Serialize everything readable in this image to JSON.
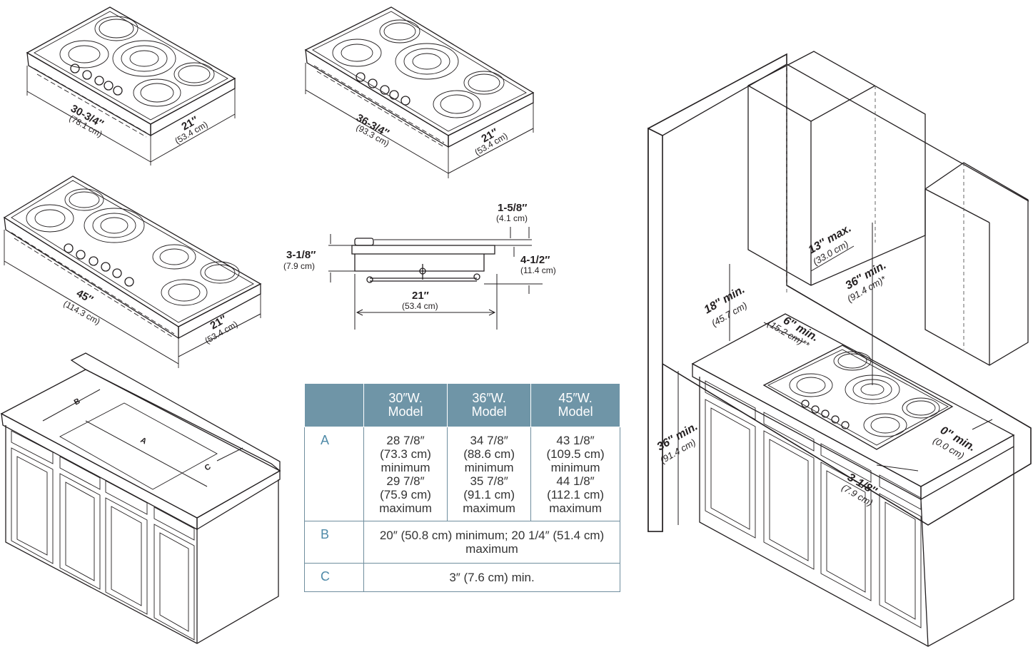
{
  "cooktops": {
    "c30": {
      "width": "30-3/4″",
      "width_cm": "(78.1 cm)",
      "depth": "21″",
      "depth_cm": "(53.4 cm)"
    },
    "c36": {
      "width": "36-3/4″",
      "width_cm": "(93.3 cm)",
      "depth": "21″",
      "depth_cm": "(53.4 cm)"
    },
    "c45": {
      "width": "45″",
      "width_cm": "(114.3 cm)",
      "depth": "21″",
      "depth_cm": "(53.4 cm)"
    }
  },
  "side_view": {
    "top": "1-5/8″",
    "top_cm": "(4.1 cm)",
    "left": "3-1/8″",
    "left_cm": "(7.9 cm)",
    "right": "4-1/2″",
    "right_cm": "(11.4 cm)",
    "depth": "21″",
    "depth_cm": "(53.4 cm)"
  },
  "cutout_labels": {
    "a": "A",
    "b": "B",
    "c": "C"
  },
  "installation": {
    "upper": "18″ min.",
    "upper_cm": "(45.7 cm)",
    "cabinet": "13″ max.",
    "cabinet_cm": "(33.0 cm)",
    "clearance": "36″ min.",
    "clearance_cm": "(91.4 cm)*",
    "side": "6″ min.",
    "side_cm": "(15.2 cm)**",
    "counter": "36″ min.",
    "counter_cm": "(91.4 cm)",
    "rear": "0″ min.",
    "rear_cm": "(0.0 cm)",
    "front": "3-1/8″",
    "front_cm": "(7.9 cm)"
  },
  "table": {
    "header_color": "#6f95a7",
    "headers": [
      "30″W.\nModel",
      "36″W.\nModel",
      "45″W.\nModel"
    ],
    "row_a": {
      "label": "A",
      "cells": [
        "28 7/8″\n(73.3 cm)\nminimum\n29 7/8″\n(75.9 cm)\nmaximum",
        "34 7/8″\n(88.6 cm)\nminimum\n35 7/8″\n(91.1 cm)\nmaximum",
        "43 1/8″\n(109.5 cm)\nminimum\n44 1/8″\n(112.1 cm)\nmaximum"
      ]
    },
    "row_b": {
      "label": "B",
      "text": "20″ (50.8 cm) minimum; 20 1/4″ (51.4 cm) maximum"
    },
    "row_c": {
      "label": "C",
      "text": "3″ (7.6 cm) min."
    }
  }
}
